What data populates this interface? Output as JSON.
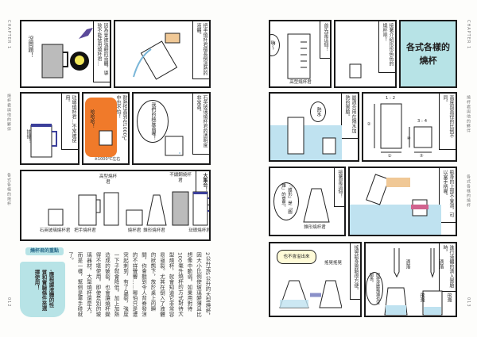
{
  "left_page": {
    "side_chapter": "CHAPTER 1",
    "side_section": "燒杯君與他的夥伴",
    "side_topic": "各式各樣的燒杯",
    "page_number": "012",
    "panels": [
      {
        "caption": "因為會被強鹼的液體，導致不能使用燒杯君…",
        "speech": "沒問題！"
      },
      {
        "caption": "把手燒杯君擅長倒溫熱的液體。"
      },
      {
        "caption": "琺瑯燒杯君…不常被使用。",
        "speech": "抽搐！"
      },
      {
        "caption": "耐熱性高到在1000℃中也不怕！",
        "speech": "哈哈哈！",
        "note": "※1000℃左右"
      },
      {
        "caption": "石英玻璃燒杯君的透明度非常高。",
        "speech": "我們的純度高喔！"
      }
    ],
    "lineup": {
      "caption": "大集合！",
      "members": [
        "石英玻璃燒杯君",
        "把手燒杯君",
        "高型燒杯君",
        "燒杯君",
        "錐形燒杯君",
        "不鏽鋼燒杯君",
        "琺瑯燒杯君"
      ]
    },
    "point_heading": "燒杯君的重點",
    "point_text": "‧應根據液體的性質和實驗條件來選擇使用！",
    "body_text": "2公升或5公升的大型燒杯，因大小比例使玻璃變薄且比想像中脆弱。如果用對待100毫升燒杯的方式對待大型燒杯，就會知道它非常容易龜裂。尤其在倒入了液體的狀態下，放於桌上的瞬間，你會聽到令人背脊發涼的不祥聲響……哪怕只是遭突起刺到，有了龜裂，強度一下子就會降低，加上加熱造成的破裂，也會讓燒杯變得不堪使用。即使是別的玻璃器材，大型燒杯還是大，而是一樣，幫倒是單手碰就了。"
  },
  "right_page": {
    "side_chapter": "CHAPTER 1",
    "side_section": "燒杯君與他的夥伴",
    "side_topic": "各式各樣的燒杯",
    "page_number": "013",
    "title": "各式各樣的燒杯",
    "panels": [
      {
        "caption": "首先是這個！",
        "speech": "嗨～",
        "label": "高型燒杯君"
      },
      {
        "caption": "接著介紹形形色色的燒杯吧！"
      },
      {
        "caption": "最適合用在隔水加熱的實驗。",
        "speech": "熱水"
      },
      {
        "caption": "高度與直徑的比例不同。",
        "ratio_tall": "1 : 2",
        "ratio_normal": "3 : 4",
        "marks": [
          "②",
          "①",
          "④",
          "③"
        ]
      },
      {
        "caption": "接著是這個！",
        "speech": "「錐形」是「圓錐」的意思。",
        "label": "錐形燒杯君"
      },
      {
        "caption": "瓶身的上部不會濕，可以當手柄喔。"
      },
      {
        "caption": "搖晃瓶身實驗很方便。",
        "speech": "也不會溢出來",
        "sfx": "搖晃搖晃"
      },
      {
        "caption": "進行液體的滴入實驗時，",
        "speech": "即使液體飛濺也沒關係。",
        "sfx1": "滴落",
        "sfx2": "滴落",
        "sfx3": "飛濺",
        "sfx4": "飛濺"
      }
    ]
  },
  "colors": {
    "accent_cyan": "#b7e3e6",
    "water_blue": "#bfe2f0",
    "fire_orange": "#f07a2a",
    "enamel_blue": "#3b3f9a"
  }
}
